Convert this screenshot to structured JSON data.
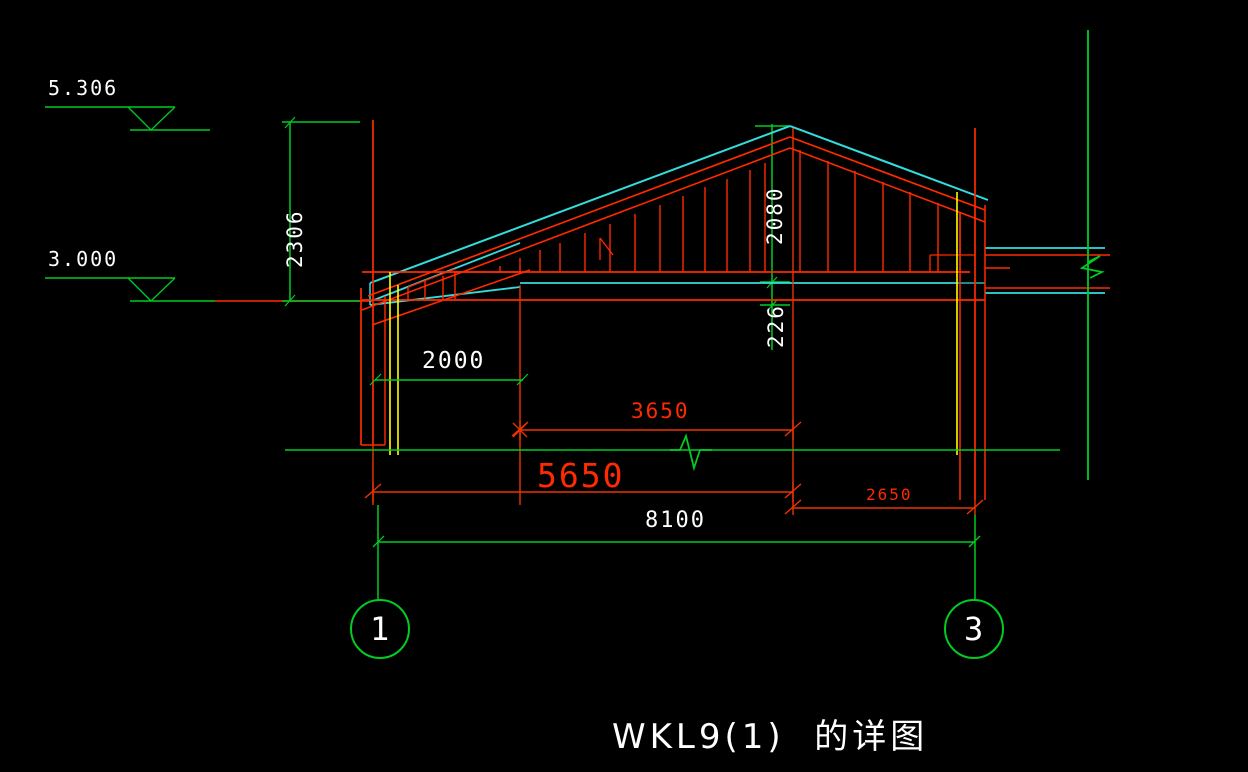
{
  "drawing": {
    "title": "WKL9(1)  的详图",
    "background_color": "#000000",
    "colors": {
      "green": "#00cc22",
      "red": "#ff2a00",
      "cyan": "#33dddd",
      "yellow": "#ffff00",
      "white": "#ffffff",
      "orange_red": "#ee3300"
    }
  },
  "elevations": [
    {
      "name": "top-elevation",
      "value": "5.306"
    },
    {
      "name": "base-elevation",
      "value": "3.000"
    }
  ],
  "dimensions": {
    "vertical": [
      {
        "name": "height-2306",
        "value": "2306",
        "color": "white"
      },
      {
        "name": "height-2080",
        "value": "2080",
        "color": "white"
      },
      {
        "name": "height-226",
        "value": "226",
        "color": "white"
      }
    ],
    "horizontal": [
      {
        "name": "span-2000",
        "value": "2000",
        "color": "white"
      },
      {
        "name": "span-3650",
        "value": "3650",
        "color": "red"
      },
      {
        "name": "span-5650",
        "value": "5650",
        "color": "red"
      },
      {
        "name": "span-2650",
        "value": "2650",
        "color": "red"
      },
      {
        "name": "span-8100",
        "value": "8100",
        "color": "white"
      }
    ]
  },
  "grid_bubbles": [
    {
      "name": "grid-bubble-1",
      "label": "1"
    },
    {
      "name": "grid-bubble-3",
      "label": "3"
    }
  ]
}
